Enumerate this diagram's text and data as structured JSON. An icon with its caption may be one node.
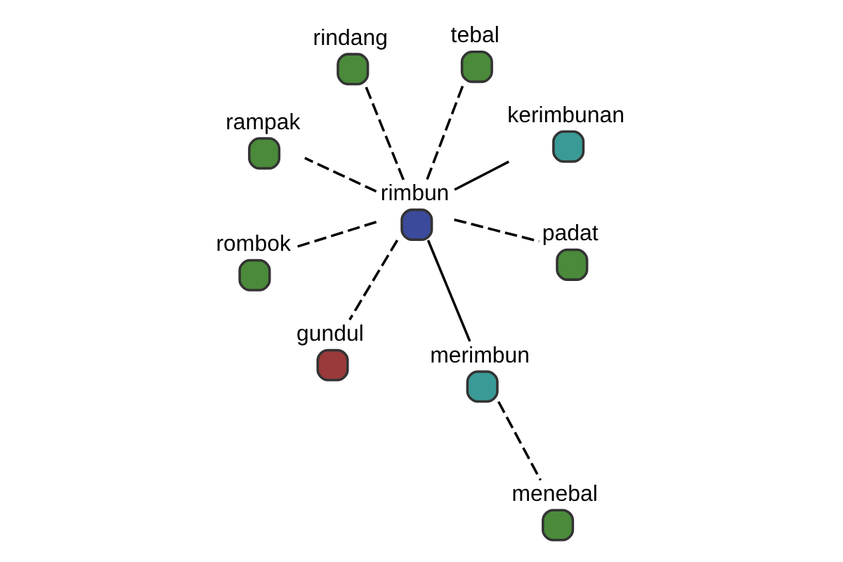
{
  "diagram": {
    "nodes": [
      {
        "text": [
          "rimbun"
        ]
      },
      {
        "text": [
          "kerimbunan"
        ]
      },
      {
        "text": [
          "gundul"
        ]
      },
      {
        "text": [
          "rampak"
        ]
      },
      {
        "text": [
          "tebal"
        ]
      },
      {
        "text": [
          "rindang"
        ]
      },
      {
        "text": [
          "rombok"
        ]
      },
      {
        "text": [
          "padat"
        ]
      },
      {
        "text": [
          "merimbun"
        ]
      },
      {
        "text": [
          "menebal"
        ]
      }
    ],
    "edges": [
      {
        "from": 0,
        "to": 1,
        "arrow": "none"
      },
      {
        "from": 0,
        "to": 2,
        "arrow": "none",
        "style": "dashed"
      },
      {
        "from": 0,
        "to": 3,
        "arrow": "none",
        "style": "dashed"
      },
      {
        "from": 0,
        "to": 4,
        "arrow": "none",
        "style": "dashed"
      },
      {
        "from": 0,
        "to": 5,
        "arrow": "none",
        "style": "dashed"
      },
      {
        "from": 0,
        "to": 6,
        "arrow": "none",
        "style": "dashed"
      },
      {
        "from": 0,
        "to": 7,
        "arrow": "none",
        "style": "dashed"
      },
      {
        "from": 0,
        "to": 8,
        "arrow": "none"
      },
      {
        "from": 8,
        "to": 9,
        "arrow": "none",
        "style": "dashed"
      }
    ]
  }
}
